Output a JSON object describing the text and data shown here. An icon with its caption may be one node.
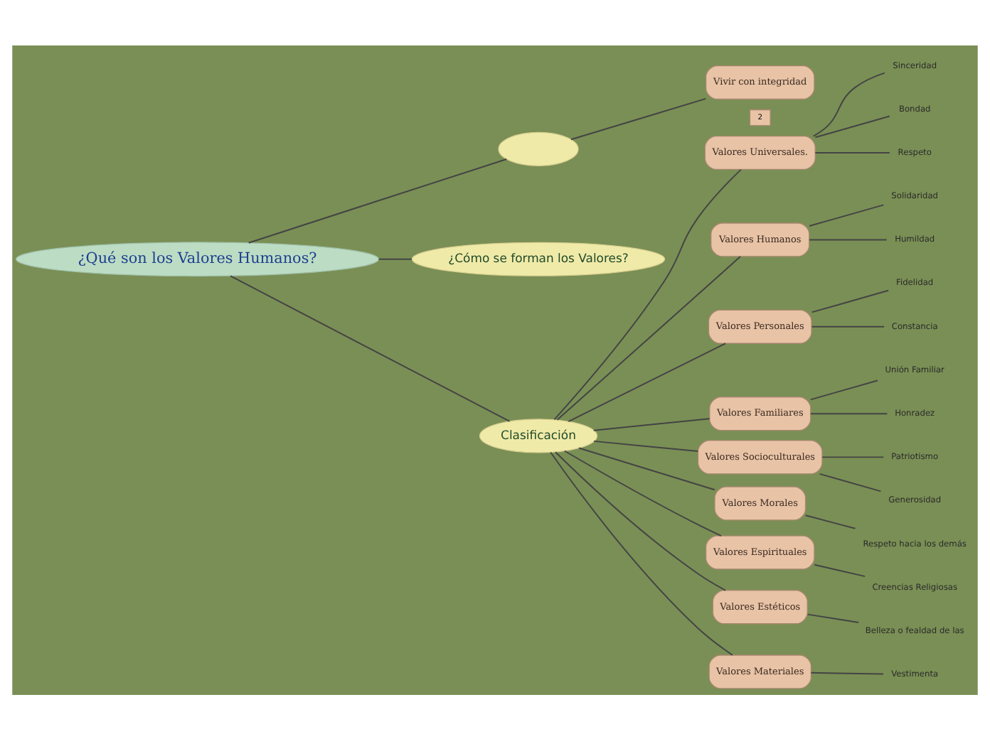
{
  "diagram": {
    "nodes": [
      {
        "text": [
          "¿Qué son los Valores Humanos?"
        ]
      },
      {
        "text": [],
        "shape": "ellipse"
      },
      {
        "text": [
          "Vivir con integridad"
        ],
        "beside": [
          "2"
        ]
      },
      {
        "text": [
          "¿Cómo se forman los Valores?"
        ]
      },
      {
        "text": [
          "Clasificación"
        ]
      },
      {
        "text": [
          "Valores Universales."
        ]
      },
      {
        "text": [
          "Sinceridad"
        ]
      },
      {
        "text": [
          "Bondad"
        ]
      },
      {
        "text": [
          "Respeto"
        ]
      },
      {
        "text": [
          "Valores Humanos"
        ]
      },
      {
        "text": [
          "Solidaridad"
        ]
      },
      {
        "text": [
          "Humildad"
        ]
      },
      {
        "text": [
          "Valores Personales"
        ]
      },
      {
        "text": [
          "Fidelidad"
        ]
      },
      {
        "text": [
          "Constancia"
        ]
      },
      {
        "text": [
          "Valores Familiares"
        ]
      },
      {
        "text": [
          "Unión Familiar"
        ]
      },
      {
        "text": [
          "Honradez"
        ]
      },
      {
        "text": [
          "Valores Socioculturales"
        ]
      },
      {
        "text": [
          "Patriotismo"
        ]
      },
      {
        "text": [
          "Generosidad"
        ]
      },
      {
        "text": [
          "Valores Morales"
        ]
      },
      {
        "text": [
          "Respeto hacia los demás"
        ]
      },
      {
        "text": [
          "Valores Espirituales"
        ]
      },
      {
        "text": [
          "Creencias Religiosas"
        ]
      },
      {
        "text": [
          "Valores Estéticos"
        ]
      },
      {
        "text": [
          "Belleza o fealdad de las"
        ]
      },
      {
        "text": [
          "Valores Materiales"
        ]
      },
      {
        "text": [
          "Vestimenta"
        ]
      }
    ],
    "edges": [
      {
        "from": 0,
        "to": 1,
        "arrow": "none"
      },
      {
        "from": 1,
        "to": 2,
        "arrow": "none"
      },
      {
        "from": 0,
        "to": 3,
        "arrow": "none"
      },
      {
        "from": 0,
        "to": 4,
        "arrow": "none"
      },
      {
        "from": 4,
        "to": 5,
        "arrow": "none"
      },
      {
        "from": 5,
        "to": 6,
        "arrow": "none"
      },
      {
        "from": 5,
        "to": 7,
        "arrow": "none"
      },
      {
        "from": 5,
        "to": 8,
        "arrow": "none"
      },
      {
        "from": 4,
        "to": 9,
        "arrow": "none"
      },
      {
        "from": 9,
        "to": 10,
        "arrow": "none"
      },
      {
        "from": 9,
        "to": 11,
        "arrow": "none"
      },
      {
        "from": 4,
        "to": 12,
        "arrow": "none"
      },
      {
        "from": 12,
        "to": 13,
        "arrow": "none"
      },
      {
        "from": 12,
        "to": 14,
        "arrow": "none"
      },
      {
        "from": 4,
        "to": 15,
        "arrow": "none"
      },
      {
        "from": 15,
        "to": 16,
        "arrow": "none"
      },
      {
        "from": 15,
        "to": 17,
        "arrow": "none"
      },
      {
        "from": 4,
        "to": 18,
        "arrow": "none"
      },
      {
        "from": 18,
        "to": 19,
        "arrow": "none"
      },
      {
        "from": 18,
        "to": 20,
        "arrow": "none"
      },
      {
        "from": 4,
        "to": 21,
        "arrow": "none"
      },
      {
        "from": 21,
        "to": 22,
        "arrow": "none"
      },
      {
        "from": 4,
        "to": 23,
        "arrow": "none"
      },
      {
        "from": 23,
        "to": 24,
        "arrow": "none"
      },
      {
        "from": 4,
        "to": 25,
        "arrow": "none"
      },
      {
        "from": 25,
        "to": 26,
        "arrow": "none"
      },
      {
        "from": 4,
        "to": 27,
        "arrow": "none"
      },
      {
        "from": 27,
        "to": 28,
        "arrow": "none"
      }
    ]
  }
}
